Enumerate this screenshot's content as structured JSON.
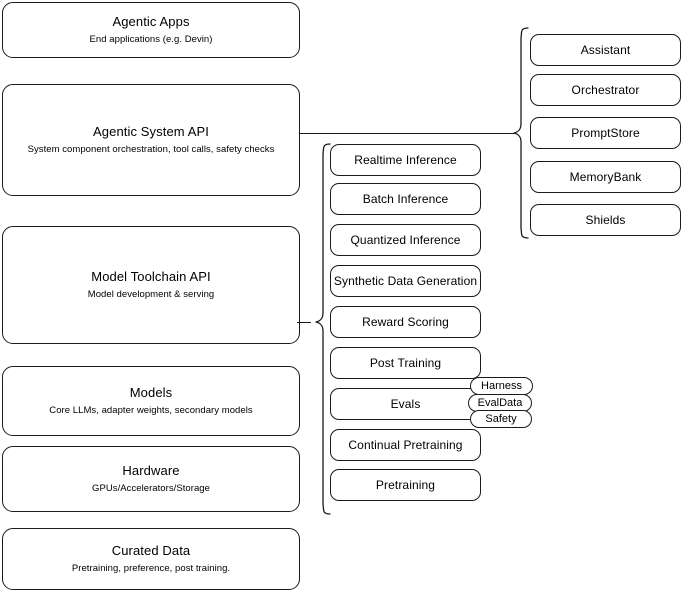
{
  "diagram": {
    "title": "AI stack layered architecture diagram",
    "stroke_color": "#1a1a1a",
    "background_color": "#ffffff"
  },
  "layers": [
    {
      "id": "agentic-apps",
      "title": "Agentic Apps",
      "subtitle": "End applications (e.g. Devin)"
    },
    {
      "id": "agentic-system-api",
      "title": "Agentic System API",
      "subtitle": "System component orchestration, tool calls, safety checks"
    },
    {
      "id": "model-toolchain-api",
      "title": "Model Toolchain API",
      "subtitle": "Model development & serving"
    },
    {
      "id": "models",
      "title": "Models",
      "subtitle": "Core LLMs, adapter weights, secondary models"
    },
    {
      "id": "hardware",
      "title": "Hardware",
      "subtitle": "GPUs/Accelerators/Storage"
    },
    {
      "id": "curated-data",
      "title": "Curated Data",
      "subtitle": "Pretraining, preference, post training."
    }
  ],
  "system_components": [
    {
      "id": "assistant",
      "label": "Assistant"
    },
    {
      "id": "orchestrator",
      "label": "Orchestrator"
    },
    {
      "id": "promptstore",
      "label": "PromptStore"
    },
    {
      "id": "memorybank",
      "label": "MemoryBank"
    },
    {
      "id": "shields",
      "label": "Shields"
    }
  ],
  "toolchain_capabilities": [
    {
      "id": "realtime-inference",
      "label": "Realtime Inference"
    },
    {
      "id": "batch-inference",
      "label": "Batch Inference"
    },
    {
      "id": "quantized-inference",
      "label": "Quantized Inference"
    },
    {
      "id": "synthetic-data-generation",
      "label": "Synthetic Data Generation"
    },
    {
      "id": "reward-scoring",
      "label": "Reward Scoring"
    },
    {
      "id": "post-training",
      "label": "Post Training"
    },
    {
      "id": "evals",
      "label": "Evals"
    },
    {
      "id": "continual-pretraining",
      "label": "Continual Pretraining"
    },
    {
      "id": "pretraining",
      "label": "Pretraining"
    }
  ],
  "evals_tags": [
    {
      "id": "harness",
      "label": "Harness"
    },
    {
      "id": "evaldata",
      "label": "EvalData"
    },
    {
      "id": "safety",
      "label": "Safety"
    }
  ]
}
